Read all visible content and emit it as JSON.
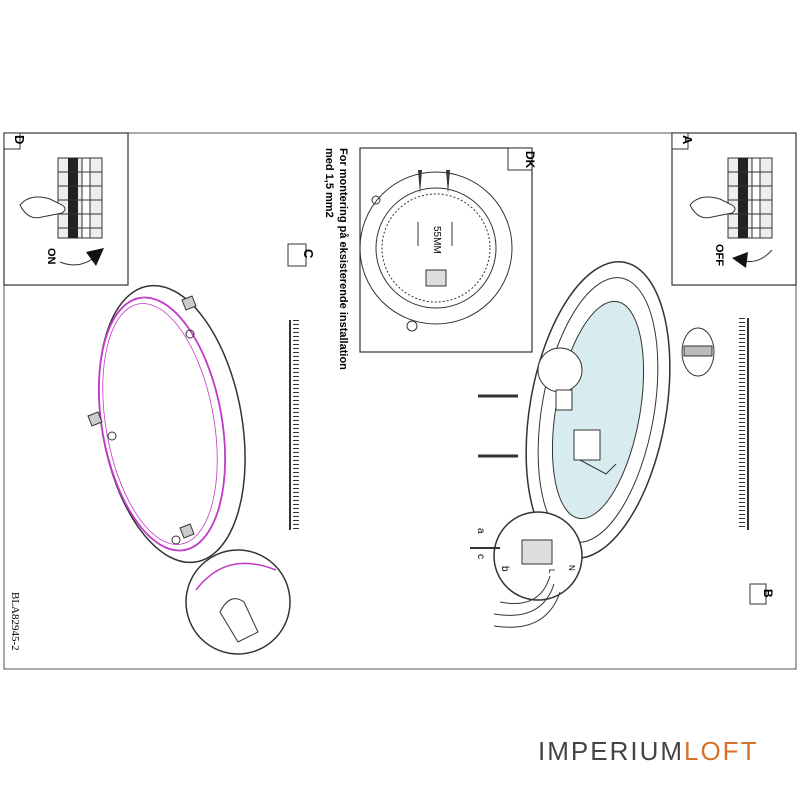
{
  "panels": {
    "a": {
      "letter": "A",
      "switch_label": "OFF"
    },
    "d": {
      "letter": "D",
      "switch_label": "ON"
    },
    "b": {
      "letter": "B"
    },
    "c": {
      "letter": "C"
    },
    "dk": {
      "letter": "DK",
      "dimension": "55MM",
      "note_line1": "For montering på eksisterende installation",
      "note_line2": "med 1,5 mm2"
    }
  },
  "callouts": {
    "a": "a",
    "b": "b",
    "c": "c",
    "wire_l": "L",
    "wire_n": "N"
  },
  "doc_code": "BLA82945-2",
  "brand": {
    "part1": "IMPERIUM",
    "part2": "LOFT",
    "color1": "#444444",
    "color2": "#d8722a"
  }
}
